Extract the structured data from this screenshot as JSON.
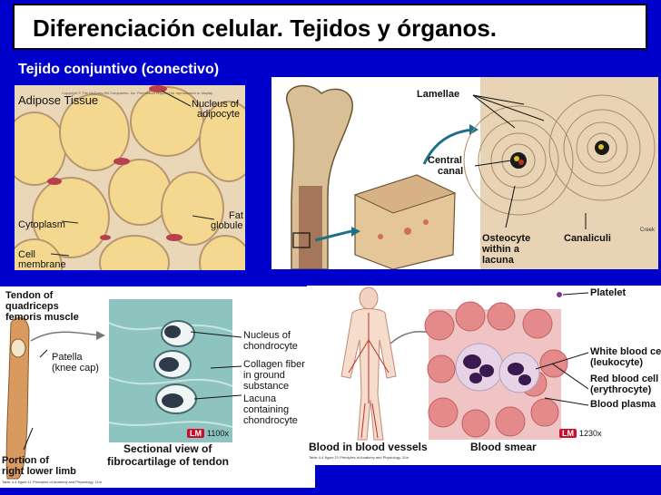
{
  "title": "Diferenciación celular. Tejidos y órganos.",
  "subtitle": "Tejido conjuntivo (conectivo)",
  "adipose": {
    "heading": "Adipose Tissue",
    "copyright": "Copyright © The McGraw-Hill Companies, Inc. Permission required for reproduction or display.",
    "nucleus_label_1": "Nucleus of",
    "nucleus_label_2": "adipocyte",
    "cytoplasm_label": "Cytoplasm",
    "fat_label_1": "Fat",
    "fat_label_2": "globule",
    "membrane_label_1": "Cell",
    "membrane_label_2": "membrane"
  },
  "bone": {
    "lamellae": "Lamellae",
    "central_1": "Central",
    "central_2": "canal",
    "osteocyte_1": "Osteocyte",
    "osteocyte_2": "within a",
    "osteocyte_3": "lacuna",
    "canaliculi": "Canaliculi",
    "credit": "Creek"
  },
  "cartilage": {
    "tendon_1": "Tendon of",
    "tendon_2": "quadriceps",
    "tendon_3": "femoris muscle",
    "patella_1": "Patella",
    "patella_2": "(knee cap)",
    "portion_1": "Portion of",
    "portion_2": "right lower limb",
    "chondro_1": "Nucleus of",
    "chondro_2": "chondrocyte",
    "collagen_1": "Collagen fiber",
    "collagen_2": "in ground",
    "collagen_3": "substance",
    "lacuna_1": "Lacuna",
    "lacuna_2": "containing",
    "lacuna_3": "chondrocyte",
    "lm": "LM",
    "mag": "1100x",
    "caption_1": "Sectional view of",
    "caption_2": "fibrocartilage of tendon",
    "source": "Table 4-4 figure 11 Principles of Anatomy and Physiology, 11/e"
  },
  "blood": {
    "platelet": "Platelet",
    "wbc_1": "White blood cell",
    "wbc_2": "(leukocyte)",
    "rbc_1": "Red blood cell",
    "rbc_2": "(erythrocyte)",
    "plasma": "Blood plasma",
    "vessels": "Blood in blood vessels",
    "smear": "Blood smear",
    "lm": "LM",
    "mag": "1230x",
    "source": "Table 4-4 figure 21 Principles of Anatomy and Physiology, 11/e"
  },
  "colors": {
    "background": "#0000cc",
    "adipocyte": "#f4d890",
    "bone": "#e8d4b4",
    "cartilage": "#8ec4c0",
    "blood_cell": "#e48a8a",
    "leukocyte_nucleus": "#3a1850"
  }
}
